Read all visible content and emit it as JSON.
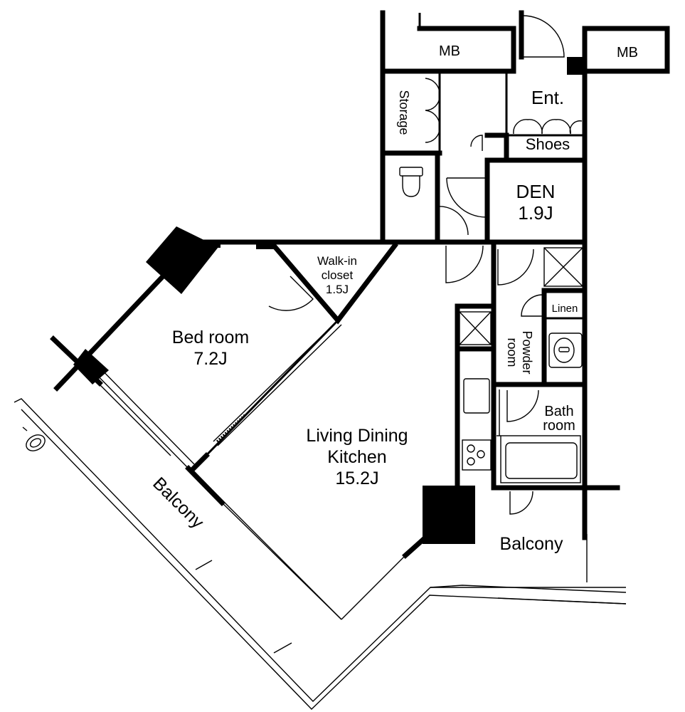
{
  "floorplan": {
    "rooms": {
      "mb_left": "MB",
      "mb_right": "MB",
      "entrance": "Ent.",
      "shoes": "Shoes",
      "storage": "Storage",
      "den": "DEN",
      "den_size": "1.9J",
      "walkin": "Walk-in",
      "walkin2": "closet",
      "walkin_size": "1.5J",
      "bedroom": "Bed room",
      "bedroom_size": "7.2J",
      "ldk1": "Living Dining",
      "ldk2": "Kitchen",
      "ldk_size": "15.2J",
      "linen": "Linen",
      "powder": "Powder",
      "powder2": "room",
      "bath": "Bath",
      "bath2": "room",
      "balcony_left": "Balcony",
      "balcony_right": "Balcony"
    }
  }
}
